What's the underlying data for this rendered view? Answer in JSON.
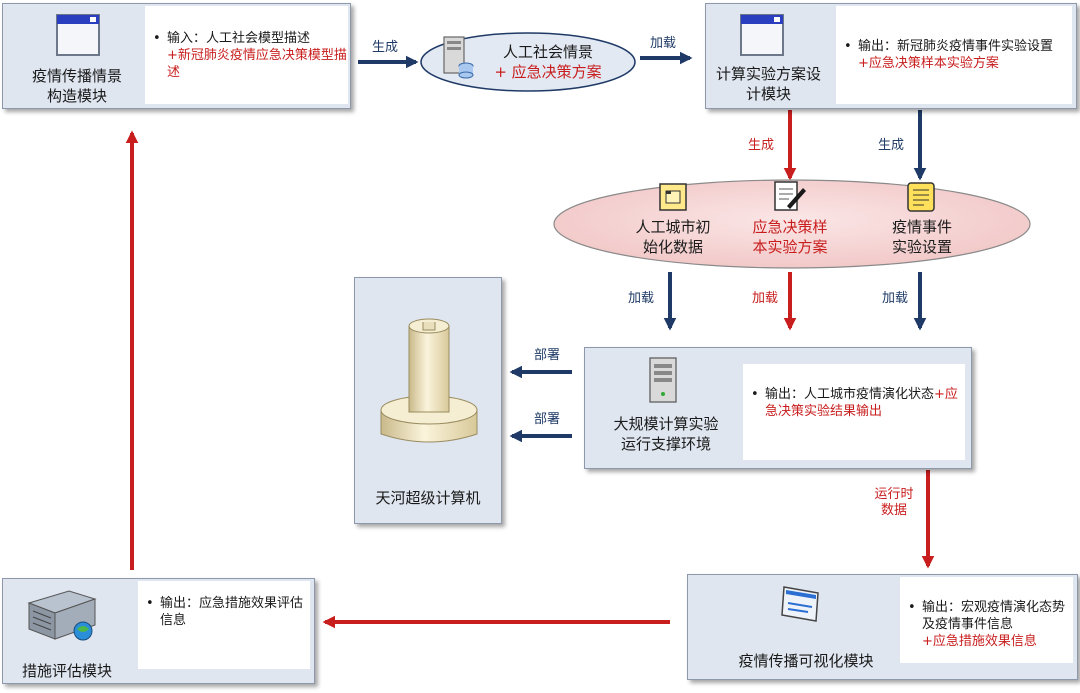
{
  "module_scene": {
    "title": "疫情传播情景构造模块",
    "title_l1": "疫情传播情景",
    "title_l2": "构造模块",
    "note_black": "输入：人工社会模型描述",
    "note_red": "+新冠肺炎疫情应急决策模型描述"
  },
  "social_scene": {
    "line1": "人工社会情景",
    "line2": "+ 应急决策方案"
  },
  "module_design": {
    "title_l1": "计算实验方案设",
    "title_l2": "计模块",
    "note_black": "输出：新冠肺炎疫情事件实验设置",
    "note_red": "+应急决策样本实验方案"
  },
  "data_ellipse": {
    "items": [
      {
        "l1": "人工城市初",
        "l2": "始化数据"
      },
      {
        "l1": "应急决策样",
        "l2": "本实验方案"
      },
      {
        "l1": "疫情事件",
        "l2": "实验设置"
      }
    ]
  },
  "supercomputer": {
    "label": "天河超级计算机"
  },
  "runtime_env": {
    "title_l1": "大规模计算实验",
    "title_l2": "运行支撑环境",
    "note_black": "输出：人工城市疫情演化状态",
    "note_red": "+应急决策实验结果输出"
  },
  "module_visual": {
    "title": "疫情传播可视化模块",
    "note_black": "输出：宏观疫情演化态势及疫情事件信息",
    "note_red": "+应急措施效果信息"
  },
  "module_eval": {
    "title": "措施评估模块",
    "note_black": "输出：应急措施效果评估信息"
  },
  "edges": {
    "gen1": "生成",
    "load1": "加载",
    "gen_red": "生成",
    "gen_blue": "生成",
    "load_a": "加载",
    "load_b": "加载",
    "load_c": "加载",
    "deploy1": "部署",
    "deploy2": "部署",
    "runtime_l1": "运行时",
    "runtime_l2": "数据"
  },
  "colors": {
    "blue_arrow": "#1f3a66",
    "red_arrow": "#c81e1e",
    "box_fill": "#dfe6f0"
  }
}
